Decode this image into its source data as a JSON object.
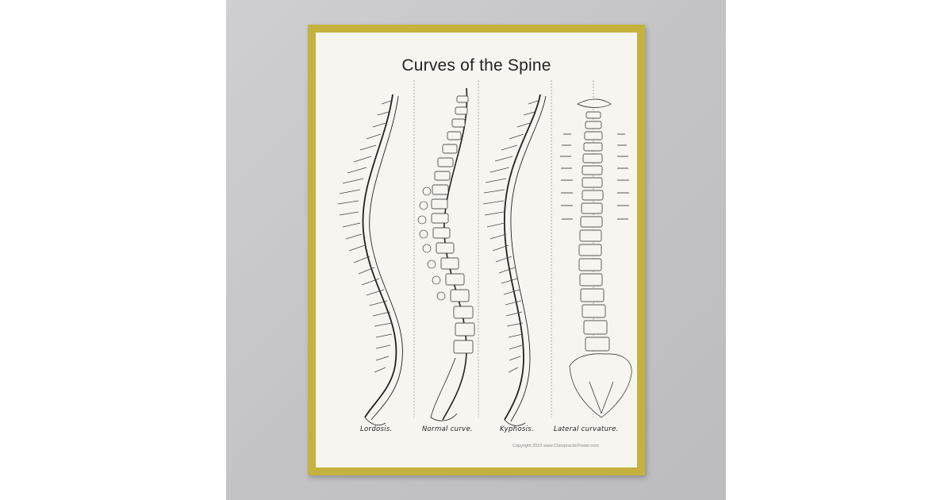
{
  "poster": {
    "title": "Curves of the Spine",
    "frame_color": "#c5b23e",
    "panel_color": "#f6f5f0",
    "copyright": "Copyright 2010 www.ChiropracticPoster.com"
  },
  "diagrams": [
    {
      "label": "Lordosis."
    },
    {
      "label": "Normal curve."
    },
    {
      "label": "Kyphosis."
    },
    {
      "label": "Lateral curvature."
    }
  ]
}
